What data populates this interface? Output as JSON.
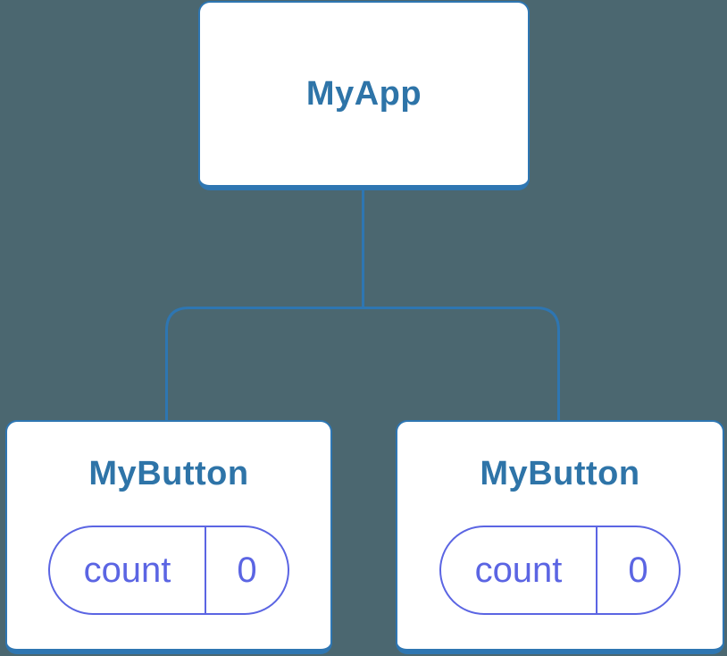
{
  "diagram": {
    "description": "React component tree diagram",
    "colors": {
      "background": "#4B6770",
      "card_background": "#FFFFFF",
      "card_border": "#2E76B2",
      "connector_line": "#2E76B2",
      "title_text": "#2E74A8",
      "state_accent": "#5B65E3"
    },
    "root": {
      "title": "MyApp"
    },
    "children": [
      {
        "title": "MyButton",
        "state": {
          "label": "count",
          "value": "0"
        }
      },
      {
        "title": "MyButton",
        "state": {
          "label": "count",
          "value": "0"
        }
      }
    ]
  }
}
